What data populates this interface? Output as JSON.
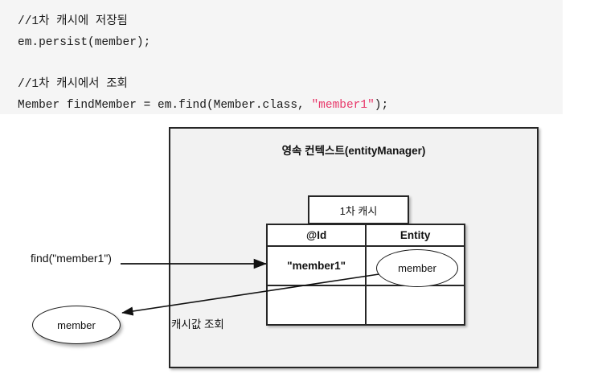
{
  "code": {
    "language": "java",
    "lines": [
      {
        "type": "comment",
        "text": "//1차 캐시에 저장됨"
      },
      {
        "type": "code",
        "text": "em.persist(member);"
      },
      {
        "type": "blank",
        "text": ""
      },
      {
        "type": "comment",
        "text": "//1차 캐시에서 조회"
      },
      {
        "type": "code_split",
        "before": "Member findMember = em.find(Member.class, ",
        "string": "\"member1\"",
        "after": ");"
      }
    ],
    "line1_comment": "//1차 캐시에 저장됨",
    "line2_code": "em.persist(member);",
    "line4_comment": "//1차 캐시에서 조회",
    "line5_before": "Member findMember = em.find(Member.class, ",
    "line5_string": "\"member1\"",
    "line5_after": ");",
    "background_color": "#f5f5f5",
    "string_color": "#e8386a",
    "text_color": "#1a1a1a"
  },
  "diagram": {
    "persistence_context": {
      "title": "영속 컨텍스트(entityManager)",
      "background_color": "#f2f2f2",
      "border_color": "#262626"
    },
    "cache_tab": {
      "label": "1차 캐시"
    },
    "cache_table": {
      "headers": [
        "@Id",
        "Entity"
      ],
      "rows": [
        {
          "id": "\"member1\"",
          "entity": "member"
        },
        {
          "id": "",
          "entity": ""
        }
      ]
    },
    "entity_ellipse_label": "member",
    "result_ellipse_label": "member",
    "find_call_label": "find(\"member1\")",
    "cache_lookup_label": "캐시값 조회"
  }
}
